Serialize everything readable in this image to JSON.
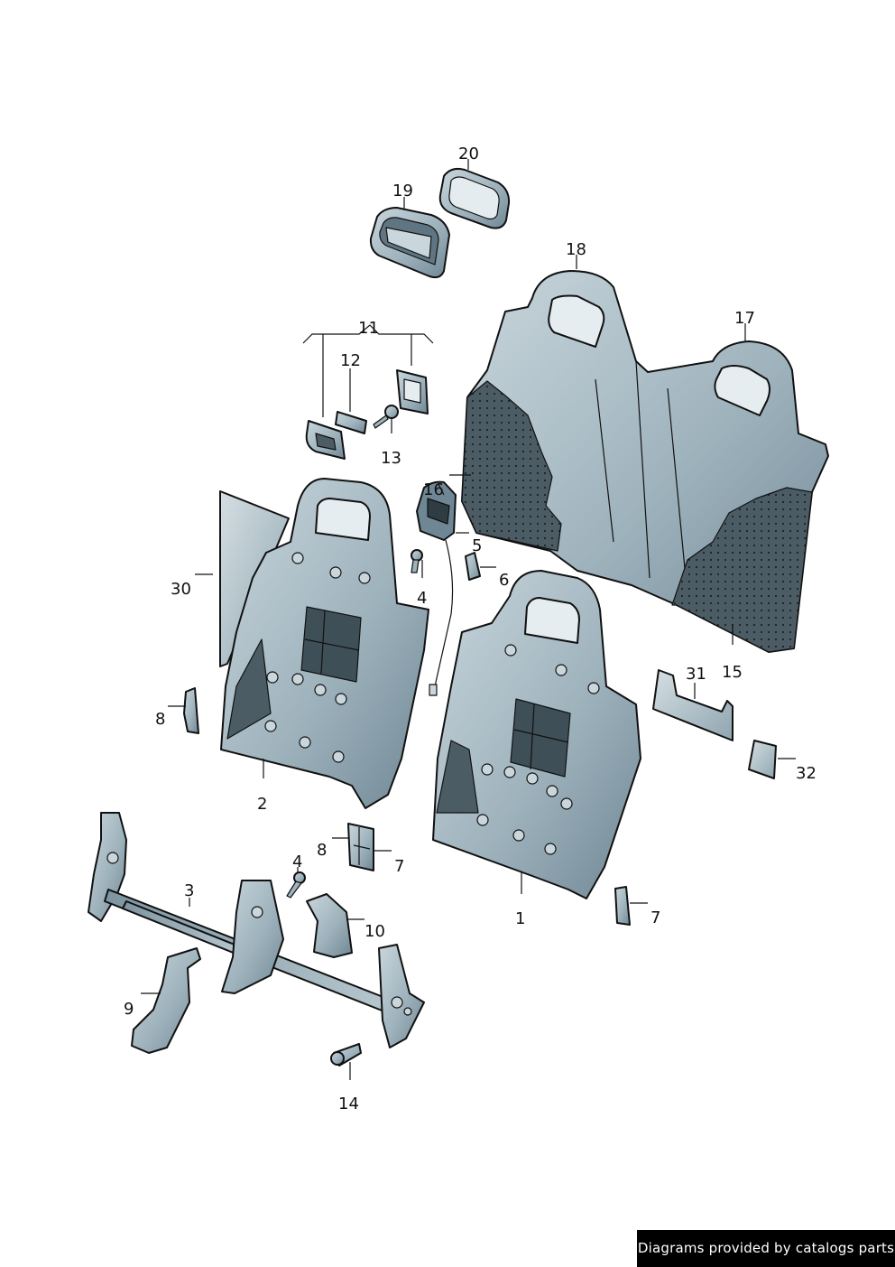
{
  "callouts": {
    "c1": "1",
    "c2": "2",
    "c3": "3",
    "c4a": "4",
    "c4b": "4",
    "c5": "5",
    "c6": "6",
    "c7a": "7",
    "c7b": "7",
    "c8a": "8",
    "c8b": "8",
    "c9": "9",
    "c10": "10",
    "c11": "11",
    "c12": "12",
    "c13": "13",
    "c14": "14",
    "c15": "15",
    "c16": "16",
    "c17": "17",
    "c18": "18",
    "c19": "19",
    "c20": "20",
    "c30": "30",
    "c31": "31",
    "c32": "32"
  },
  "footer": {
    "credit": "Diagrams provided by catalogs parts"
  },
  "colors": {
    "part_fill": "#9fb3bd",
    "part_light": "#c9d6dc",
    "part_dark": "#5f7682",
    "cover": "#4c5c64"
  }
}
